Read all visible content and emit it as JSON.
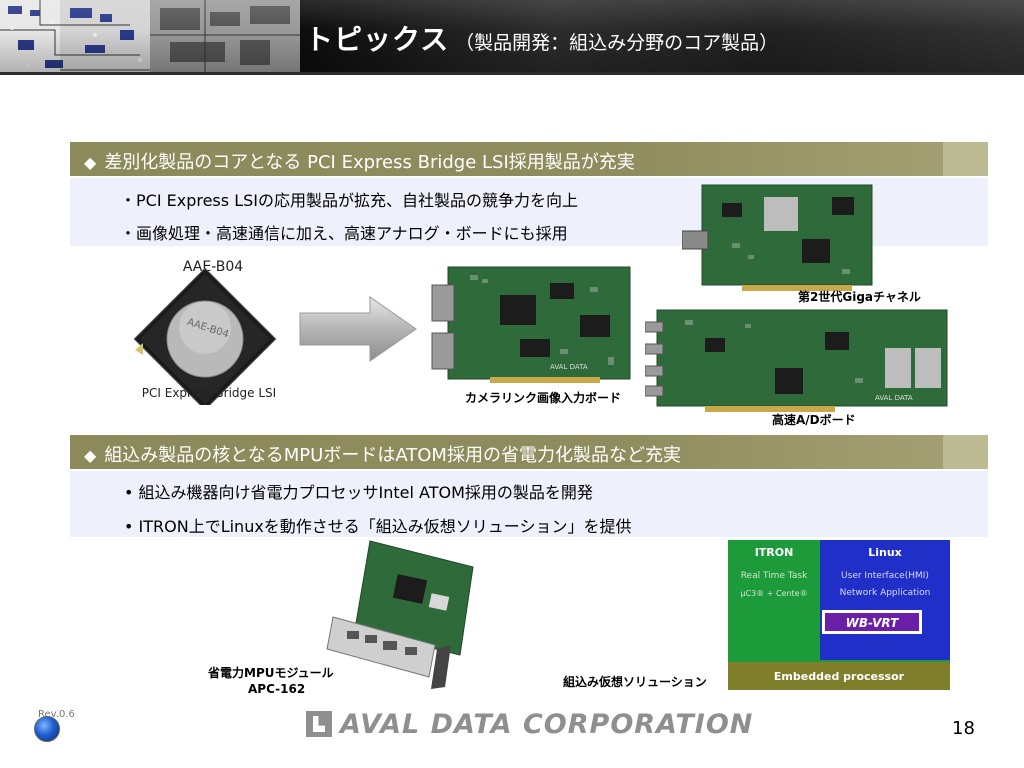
{
  "header": {
    "title": "トピックス",
    "subtitle": "（製品開発：組込み分野のコア製品）"
  },
  "section1": {
    "heading": "差別化製品のコアとなる PCI Express Bridge LSI採用製品が充実",
    "bullets": [
      "・PCI Express LSIの応用製品が拡充、自社製品の競争力を向上",
      "・画像処理・高速通信に加え、高速アナログ・ボードにも採用"
    ]
  },
  "figure1": {
    "chip_model": "AAE-B04",
    "chip_marking": "AAE-B04",
    "chip_caption": "PCI Express Bridge LSI",
    "board_camera_caption": "カメラリンク画像入力ボード",
    "board_giga_caption": "第2世代Gigaチャネル",
    "board_ad_caption": "高速A/Dボード",
    "board_print": "AVAL DATA"
  },
  "section2": {
    "heading": "組込み製品の核となるMPUボードはATOM採用の省電力化製品など充実",
    "bullets": [
      "• 組込み機器向け省電力プロセッサIntel ATOM採用の製品を開発",
      "• ITRON上でLinuxを動作させる「組込み仮想ソリューション」を提供"
    ]
  },
  "figure2": {
    "mpu_caption_line1": "省電力MPUモジュール",
    "mpu_caption_line2": "APC-162",
    "diagram": {
      "itron_title": "ITRON",
      "itron_line1": "Real Time Task",
      "itron_line2": "μC3® + Cente®",
      "linux_title": "Linux",
      "linux_line1": "User Interface(HMI)",
      "linux_line2": "Network Application",
      "wbvrt": "WB-VRT",
      "embedded": "Embedded processor"
    },
    "diagram_caption": "組込み仮想ソリューション"
  },
  "footer": {
    "rev": "Rev.0.6",
    "company": "AVAL DATA CORPORATION",
    "page": "18"
  },
  "colors": {
    "section_bar": "#8c8a5a",
    "bullet_bg": "#eef0fb",
    "pcb_green": "#2f6b3a",
    "diagram_blue": "#1f2fc8",
    "diagram_green": "#1d9a3a",
    "diagram_olive": "#7f7f2b"
  }
}
